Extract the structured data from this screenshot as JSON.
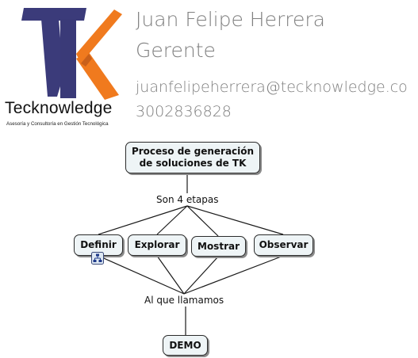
{
  "logo": {
    "brand": "Tecknowledge",
    "tagline": "Asesoría y Consultoría en Gestión Tecnológica",
    "colors": {
      "dark_blue": "#3b3b7a",
      "orange": "#f07a1e"
    }
  },
  "contact": {
    "name": "Juan Felipe Herrera",
    "role": "Gerente",
    "email": "juanfelipeherrera@tecknowledge.co",
    "phone": "3002836828"
  },
  "concept_map": {
    "root": "Proceso de generación\nde soluciones de TK",
    "link1": "Son 4 etapas",
    "stages": [
      "Definir",
      "Explorar",
      "Mostrar",
      "Observar"
    ],
    "link2": "Al que llamamos",
    "leaf": "DEMO",
    "icons": {
      "definir_attachment": "concept-map-icon"
    },
    "colors": {
      "node_fill": "#eef4f6",
      "node_border": "#2b2b2b",
      "line": "#1a1a1a"
    }
  }
}
